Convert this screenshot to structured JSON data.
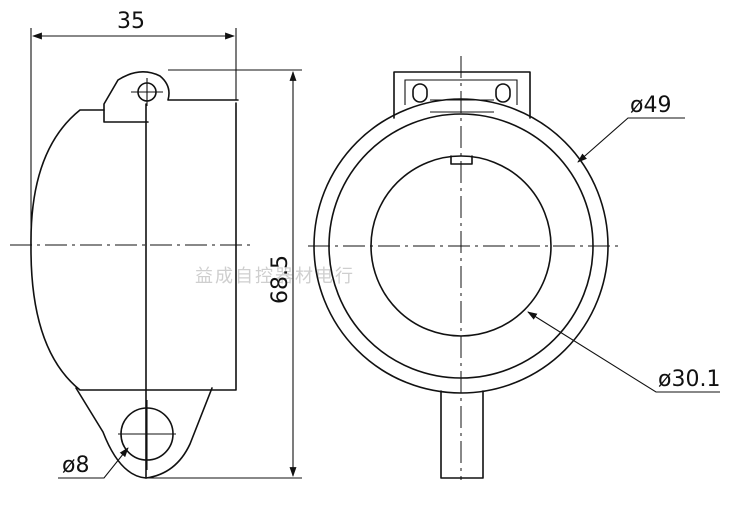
{
  "dimensions": {
    "width": "35",
    "height": "68.5",
    "hole": "ø8",
    "outer_diameter": "ø49",
    "inner_diameter": "ø30.1"
  },
  "watermark": "益成自控器材电行"
}
